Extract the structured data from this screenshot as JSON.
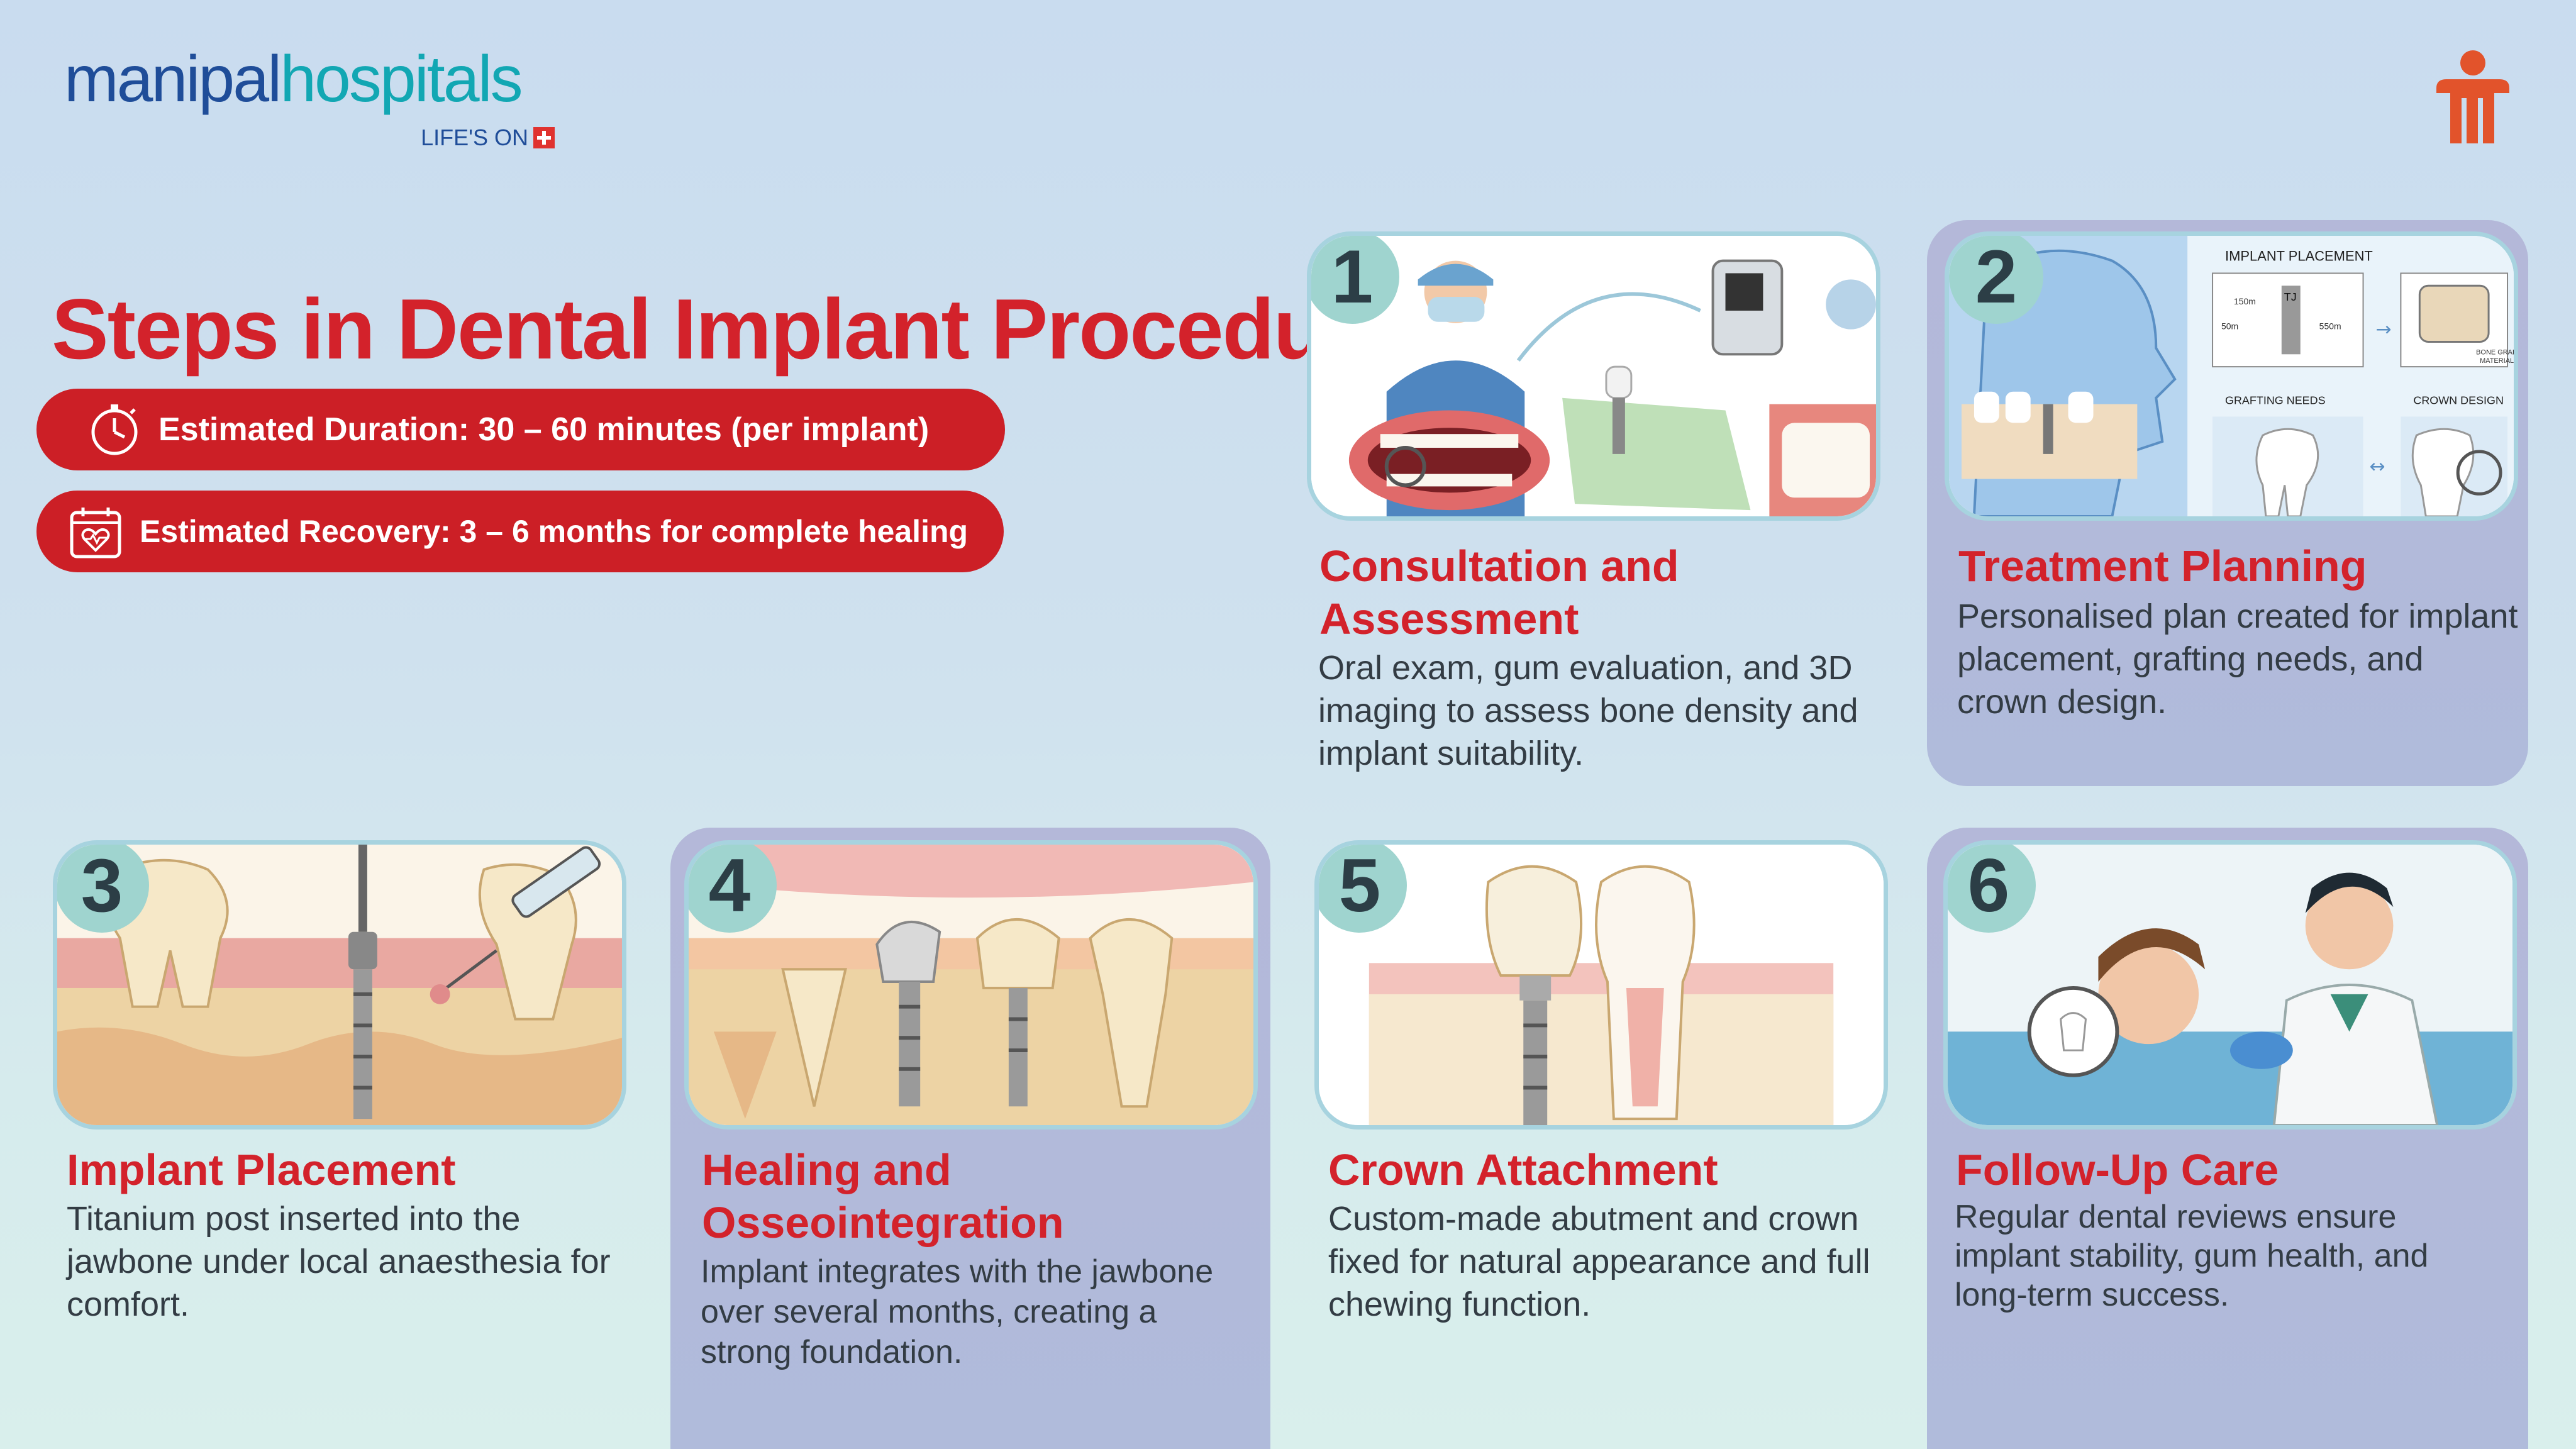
{
  "brand": {
    "name_part1": "manipal",
    "name_part2": "hospitals",
    "tagline": "LIFE'S ON",
    "colors": {
      "navy": "#1f4d99",
      "teal": "#12a7b3",
      "red": "#d3222b",
      "orange": "#e2532b"
    }
  },
  "title": "Steps in Dental Implant Procedure",
  "info": {
    "duration": {
      "icon": "stopwatch-icon",
      "text": "Estimated Duration: 30 – 60 minutes (per implant)"
    },
    "recovery": {
      "icon": "calendar-heart-icon",
      "text": "Estimated Recovery: 3 – 6 months for complete healing"
    }
  },
  "steps": [
    {
      "number": "1",
      "title": "Consultation and Assessment",
      "description": "Oral exam, gum evaluation, and 3D imaging to assess bone density and implant suitability."
    },
    {
      "number": "2",
      "title": "Treatment Planning",
      "description": "Personalised plan created for implant placement, grafting needs, and crown design."
    },
    {
      "number": "3",
      "title": "Implant Placement",
      "description": "Titanium post inserted into the jawbone under local anaesthesia for comfort."
    },
    {
      "number": "4",
      "title": "Healing and Osseointegration",
      "description": "Implant integrates with the jawbone over several months, creating a strong foundation."
    },
    {
      "number": "5",
      "title": "Crown Attachment",
      "description": "Custom-made abutment and crown fixed for natural appearance and full chewing function."
    },
    {
      "number": "6",
      "title": "Follow-Up Care",
      "description": "Regular dental reviews ensure implant stability, gum health, and long-term success."
    }
  ],
  "planning_labels": {
    "implant_placement": "IMPLANT PLACEMENT",
    "grafting_needs": "GRAFTING NEEDS",
    "crown_design": "CROWN DESIGN",
    "bone_graft_1": "BONE GRAFT",
    "bone_graft_2": "MATERIAL",
    "dim_1": "150m",
    "dim_2": "50m",
    "dim_3": "550m",
    "implant_mark": "TJ"
  }
}
